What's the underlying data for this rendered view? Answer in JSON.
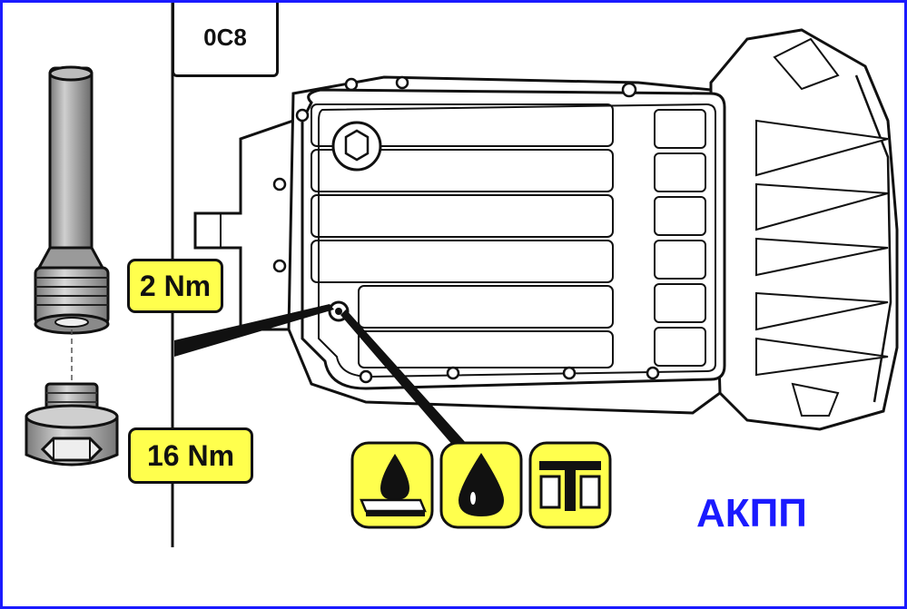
{
  "code_label": "0C8",
  "torque": {
    "check_plug": "2 Nm",
    "drain_plug": "16 Nm"
  },
  "caption": "АКПП",
  "icons": [
    "drain-fluid-icon",
    "fluid-drop-icon",
    "seal-ring-icon"
  ],
  "colors": {
    "frame": "#1a1aff",
    "label_fill": "#ffff4d",
    "caption": "#1a1aff",
    "line": "#111111"
  }
}
